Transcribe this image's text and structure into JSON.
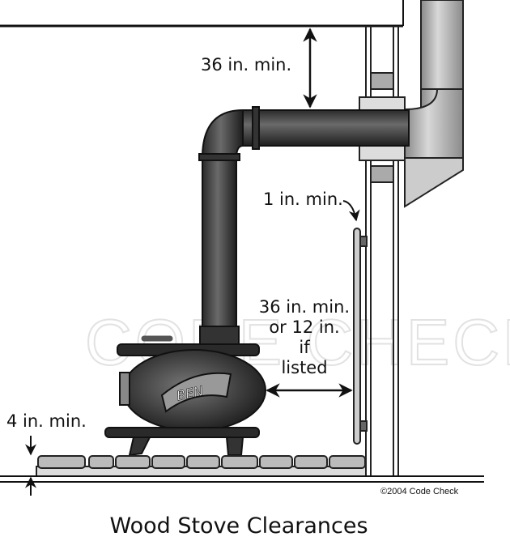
{
  "title": "Wood Stove Clearances",
  "copyright": "©2004 Code Check",
  "watermark": "CODE CHECK",
  "stove_badge": "BEN",
  "labels": {
    "ceiling_clearance": "36 in. min.",
    "shield_gap": "1 in. min.",
    "wall_clearance_line1": "36 in. min.",
    "wall_clearance_line2": "or 12 in.",
    "wall_clearance_line3": "if",
    "wall_clearance_line4": "listed",
    "hearth_thickness": "4 in. min."
  }
}
